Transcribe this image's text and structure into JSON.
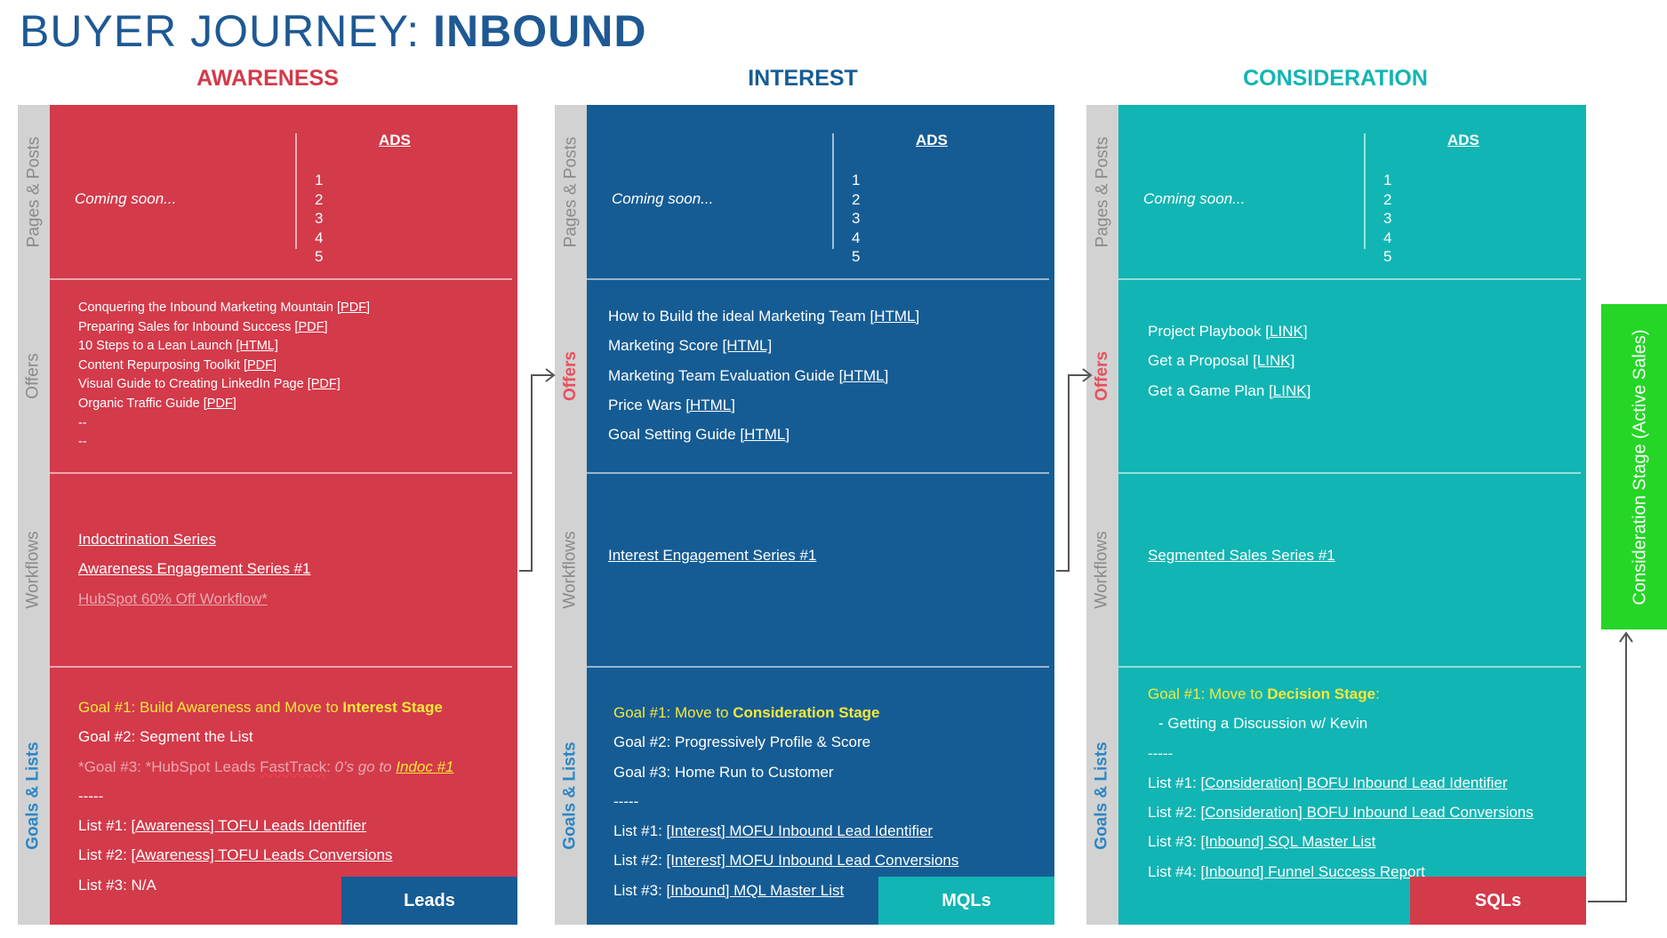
{
  "title": {
    "light": "BUYER JOURNEY: ",
    "bold": "INBOUND"
  },
  "row_labels": {
    "pages": "Pages & Posts",
    "offers": "Offers",
    "workflows": "Workflows",
    "goals": "Goals & Lists"
  },
  "colors": {
    "awareness": "#d33a4a",
    "interest": "#165c94",
    "consideration": "#11b5b3",
    "green": "#25d627"
  },
  "ads_label": "ADS",
  "coming_soon": "Coming soon...",
  "ads_numbers": [
    "1",
    "2",
    "3",
    "4",
    "5"
  ],
  "awareness": {
    "heading": "AWARENESS",
    "offers": [
      {
        "text": "Conquering the Inbound Marketing Mountain ",
        "link": "[PDF]"
      },
      {
        "text": "Preparing Sales for Inbound Success ",
        "link": "[PDF]"
      },
      {
        "text": "10 Steps to a Lean Launch ",
        "link": "[HTML]"
      },
      {
        "text": "Content Repurposing Toolkit ",
        "link": "[PDF]"
      },
      {
        "text": "Visual Guide to Creating LinkedIn Page ",
        "link": "[PDF]"
      },
      {
        "text": "Organic Traffic Guide ",
        "link": "[PDF]"
      }
    ],
    "offers_dashes": [
      "--",
      "--"
    ],
    "workflows": [
      "Indoctrination Series",
      "Awareness Engagement Series #1",
      "HubSpot 60% Off Workflow*"
    ],
    "goal1_prefix": "Goal #1: Build Awareness and Move to ",
    "goal1_bold": "Interest Stage",
    "goal2": "Goal #2: Segment the List",
    "goal3_prefix": "*Goal #3: *HubSpot Leads ",
    "goal3_squig": "FastTrack",
    "goal3_mid": ": ",
    "goal3_ital": "0’s go to ",
    "goal3_link": "Indoc #1",
    "divider": "-----",
    "lists": [
      {
        "prefix": "List #1: ",
        "link": "[Awareness] TOFU Leads Identifier"
      },
      {
        "prefix": "List #2: ",
        "link": "[Awareness] TOFU Leads Conversions"
      }
    ],
    "list3": "List #3: N/A",
    "badge": "Leads"
  },
  "interest": {
    "heading": "INTEREST",
    "offers": [
      {
        "text": "How to Build the ideal Marketing Team  ",
        "link": "[HTML]"
      },
      {
        "text": "Marketing Score  ",
        "link": "[HTML]"
      },
      {
        "text": "Marketing Team Evaluation Guide  ",
        "link": "[HTML]"
      },
      {
        "text": "Price Wars  ",
        "link": "[HTML]"
      },
      {
        "text": "Goal Setting Guide  ",
        "link": "[HTML]"
      }
    ],
    "workflows": [
      "Interest Engagement Series #1"
    ],
    "goal1_prefix": "Goal #1: Move to ",
    "goal1_bold": "Consideration Stage",
    "goal2": "Goal #2: Progressively Profile & Score",
    "goal3": "Goal #3: Home Run to Customer",
    "divider": "-----",
    "lists": [
      {
        "prefix": "List #1: ",
        "link": "[Interest] MOFU Inbound Lead Identifier"
      },
      {
        "prefix": "List #2: ",
        "link": "[Interest] MOFU Inbound Lead Conversions"
      },
      {
        "prefix": "List #3: ",
        "link": "[Inbound] MQL Master List"
      }
    ],
    "badge": "MQLs"
  },
  "consideration": {
    "heading": "CONSIDERATION",
    "offers": [
      {
        "text": "Project Playbook  ",
        "link": "[LINK]"
      },
      {
        "text": "Get a Proposal  ",
        "link": "[LINK]"
      },
      {
        "text": "Get a Game Plan   ",
        "link": "[LINK]"
      }
    ],
    "workflows": [
      "Segmented Sales Series #1"
    ],
    "goal1_prefix": "Goal #1: Move to ",
    "goal1_bold": "Decision Stage",
    "goal1_suffix": ":",
    "bullet": "-    Getting a Discussion w/ Kevin",
    "divider": "-----",
    "lists": [
      {
        "prefix": "List #1: ",
        "link": "[Consideration] BOFU Inbound Lead Identifier"
      },
      {
        "prefix": "List #2: ",
        "link": "[Consideration] BOFU Inbound Lead Conversions"
      },
      {
        "prefix": "List #3: ",
        "link": "[Inbound] SQL Master List"
      },
      {
        "prefix": "List #4: ",
        "link": "[Inbound] Funnel Success Report"
      }
    ],
    "badge": "SQLs"
  },
  "side_stage": "Consideration Stage (Active Sales)"
}
